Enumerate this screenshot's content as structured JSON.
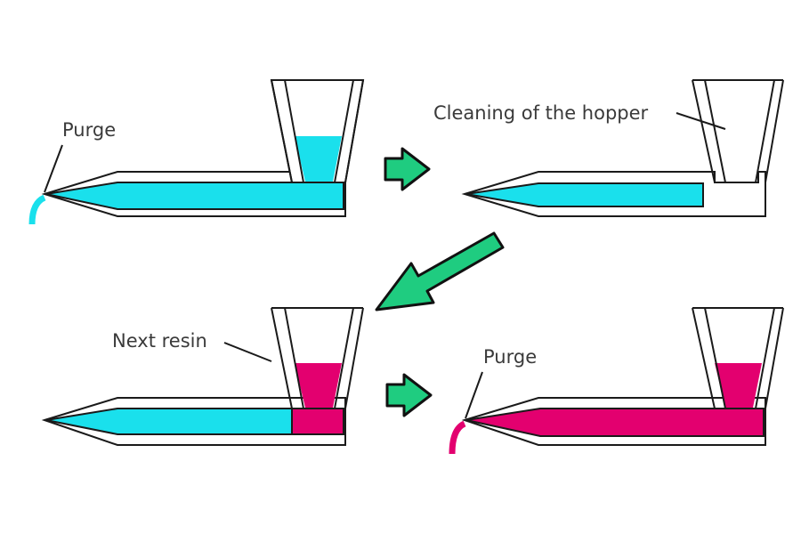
{
  "title": "Resin changeover purge procedure",
  "colors": {
    "old_resin": "#1ae0ec",
    "new_resin": "#e3006f",
    "arrow": "#1fcc80",
    "outline": "#1a1a1a",
    "text": "#3a3a3a",
    "background": "#ffffff"
  },
  "steps": [
    {
      "step": 1,
      "label": "Purge",
      "barrel_contents": "old resin",
      "hopper_contents": "old resin",
      "purge_color": "old resin"
    },
    {
      "step": 2,
      "label": "Cleaning of the hopper",
      "barrel_contents": "old resin",
      "hopper_contents": "empty"
    },
    {
      "step": 3,
      "label": "Next resin",
      "barrel_contents": "old resin + next resin",
      "hopper_contents": "next resin"
    },
    {
      "step": 4,
      "label": "Purge",
      "barrel_contents": "next resin",
      "hopper_contents": "next resin",
      "purge_color": "next resin"
    }
  ],
  "arrows": [
    {
      "from": 1,
      "to": 2,
      "direction": "right"
    },
    {
      "from": 2,
      "to": 3,
      "direction": "down-left"
    },
    {
      "from": 3,
      "to": 4,
      "direction": "right"
    }
  ]
}
